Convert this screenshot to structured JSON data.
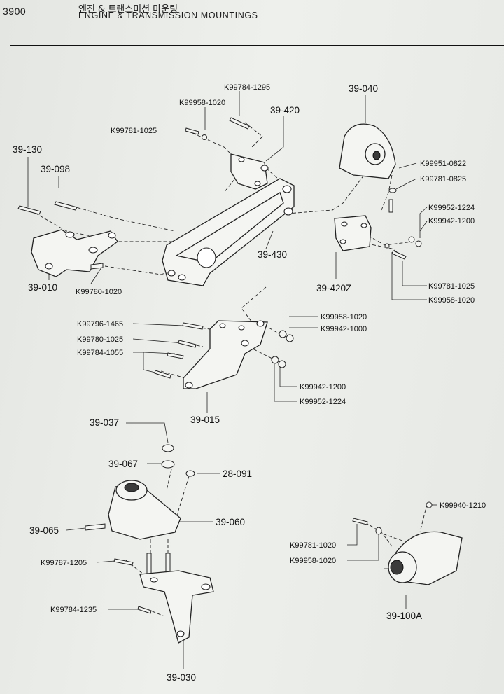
{
  "header": {
    "page_number": "3900",
    "title_ko": "엔진 & 트랜스미션 마운팅",
    "title_en": "ENGINE & TRANSMISSION MOUNTINGS"
  },
  "callouts": {
    "c_39_130": "39-130",
    "c_39_098": "39-098",
    "c_39_010": "39-010",
    "c_K99780_1020": "K99780-1020",
    "c_K99958_1020_top": "K99958-1020",
    "c_K99784_1295": "K99784-1295",
    "c_39_420": "39-420",
    "c_K99781_1025_top": "K99781-1025",
    "c_39_040": "39-040",
    "c_K99951_0822": "K99951-0822",
    "c_K99781_0825": "K99781-0825",
    "c_K99952_1224_top": "K99952-1224",
    "c_K99942_1200_top": "K99942-1200",
    "c_39_430": "39-430",
    "c_39_420Z": "39-420Z",
    "c_K99781_1025_right": "K99781-1025",
    "c_K99958_1020_right": "K99958-1020",
    "c_K99796_1465": "K99796-1465",
    "c_K99780_1025": "K99780-1025",
    "c_K99784_1055": "K99784-1055",
    "c_K99958_1020_mid": "K99958-1020",
    "c_K99942_1000": "K99942-1000",
    "c_K99942_1200_mid": "K99942-1200",
    "c_K99952_1224_mid": "K99952-1224",
    "c_39_015": "39-015",
    "c_39_037": "39-037",
    "c_39_067": "39-067",
    "c_28_091": "28-091",
    "c_39_065": "39-065",
    "c_39_060": "39-060",
    "c_K99787_1205": "K99787-1205",
    "c_K99784_1235": "K99784-1235",
    "c_39_030": "39-030",
    "c_K99940_1210": "K99940-1210",
    "c_K99781_1020": "K99781-1020",
    "c_K99958_1020_low": "K99958-1020",
    "c_39_100A": "39-100A"
  }
}
